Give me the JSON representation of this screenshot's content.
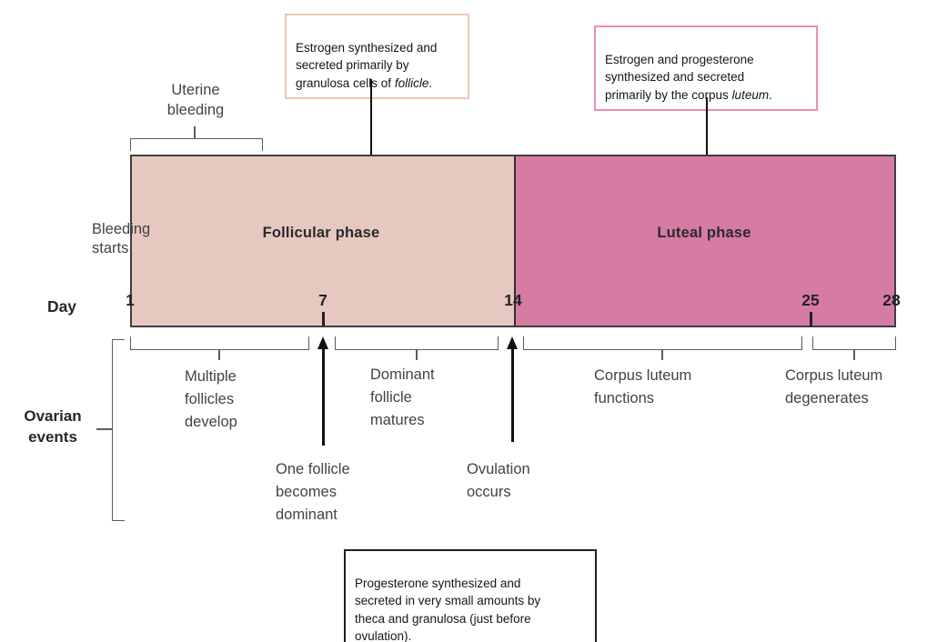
{
  "colors": {
    "follicular_fill": "#e7c8c0",
    "luteal_fill": "#d67ba3",
    "rect_border": "#3f3f41",
    "bracket_gray": "#5b5c5e",
    "callout_follicle_border": "#f2c5b9",
    "callout_luteum_border": "#ee8cb9",
    "callout_progesterone_border": "#1f1f1f"
  },
  "callouts": {
    "follicle": {
      "pre": "Estrogen synthesized and\nsecreted primarily by\ngranulosa cells of ",
      "italic": "follicle",
      "post": "."
    },
    "luteum": {
      "pre": "Estrogen and progesterone\nsynthesized and secreted\nprimarily by the corpus ",
      "italic": "luteum",
      "post": "."
    },
    "progesterone": {
      "text": "Progesterone synthesized and\nsecreted in very small amounts by\ntheca and granulosa (just before\novulation)."
    }
  },
  "timeline": {
    "day_label": "Day",
    "days": [
      "1",
      "7",
      "14",
      "25",
      "28"
    ],
    "phases": {
      "follicular": "Follicular phase",
      "luteal": "Luteal phase"
    },
    "bleeding_starts": "Bleeding\nstarts",
    "uterine_bleeding": "Uterine\nbleeding"
  },
  "ovarian": {
    "section_label": "Ovarian\nevents",
    "events": {
      "multiple_follicles": "Multiple\nfollicles\ndevelop",
      "dominant_follicle": "Dominant\nfollicle\nmatures",
      "corpus_functions": "Corpus luteum\nfunctions",
      "corpus_degenerates": "Corpus luteum\ndegenerates",
      "one_follicle": "One follicle\nbecomes\ndominant",
      "ovulation": "Ovulation\noccurs"
    }
  }
}
